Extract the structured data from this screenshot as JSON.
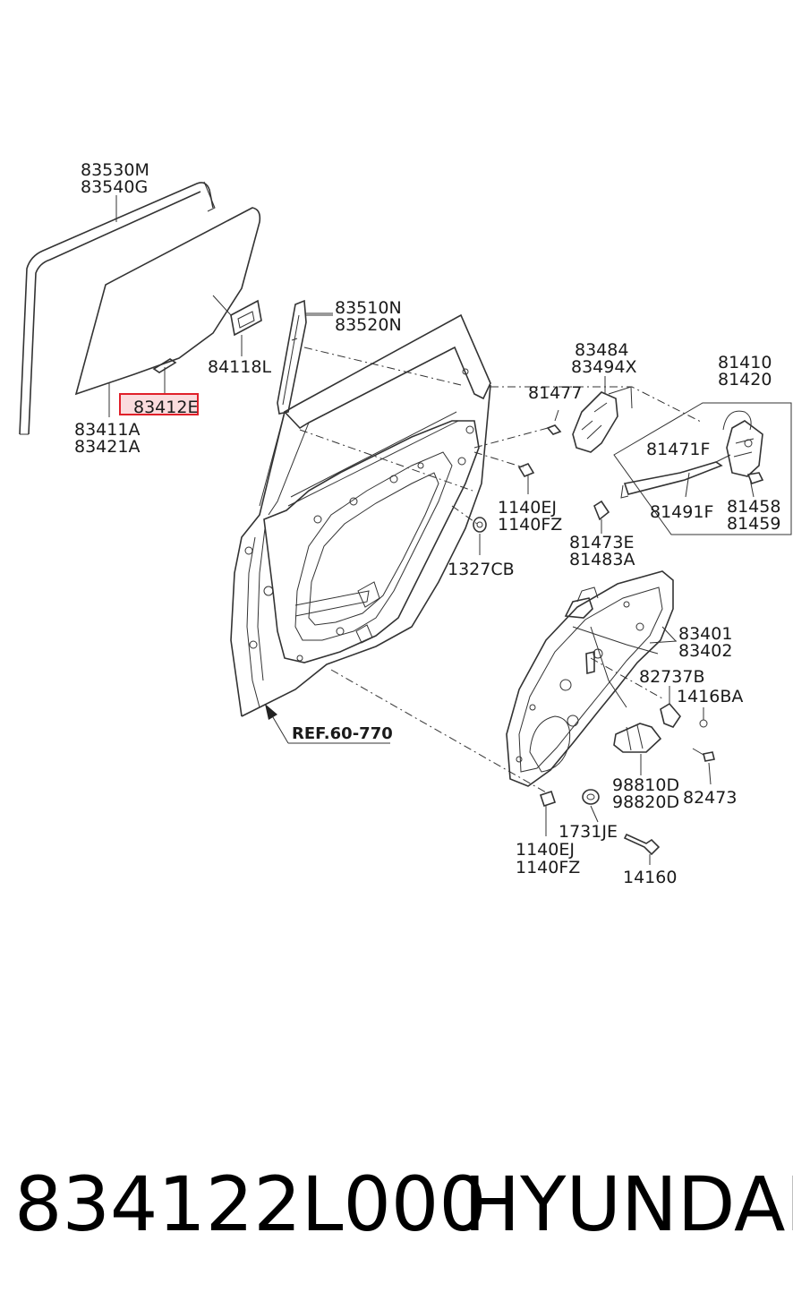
{
  "diagram": {
    "ref_label": "REF.60-770",
    "highlight_color": "#e0202a",
    "highlighted_part": "83412E",
    "labels": {
      "l83530M": "83530M",
      "l83540G": "83540G",
      "l83510N": "83510N",
      "l83520N": "83520N",
      "l84118L": "84118L",
      "l83411A": "83411A",
      "l83421A": "83421A",
      "l83484": "83484",
      "l83494X": "83494X",
      "l81477": "81477",
      "l81410": "81410",
      "l81420": "81420",
      "l81471F": "81471F",
      "l81491F": "81491F",
      "l81458": "81458",
      "l81459": "81459",
      "l1140EJ_a": "1140EJ",
      "l1140FZ_a": "1140FZ",
      "l81473E": "81473E",
      "l81483A": "81483A",
      "l1327CB": "1327CB",
      "l83401": "83401",
      "l83402": "83402",
      "l82737B": "82737B",
      "l1416BA": "1416BA",
      "l98810D": "98810D",
      "l98820D": "98820D",
      "l82473": "82473",
      "l1731JE": "1731JE",
      "l1140EJ_b": "1140EJ",
      "l1140FZ_b": "1140FZ",
      "l14160": "14160"
    }
  },
  "footer": {
    "part_number": "834122L000",
    "brand": "HYUNDAI"
  }
}
